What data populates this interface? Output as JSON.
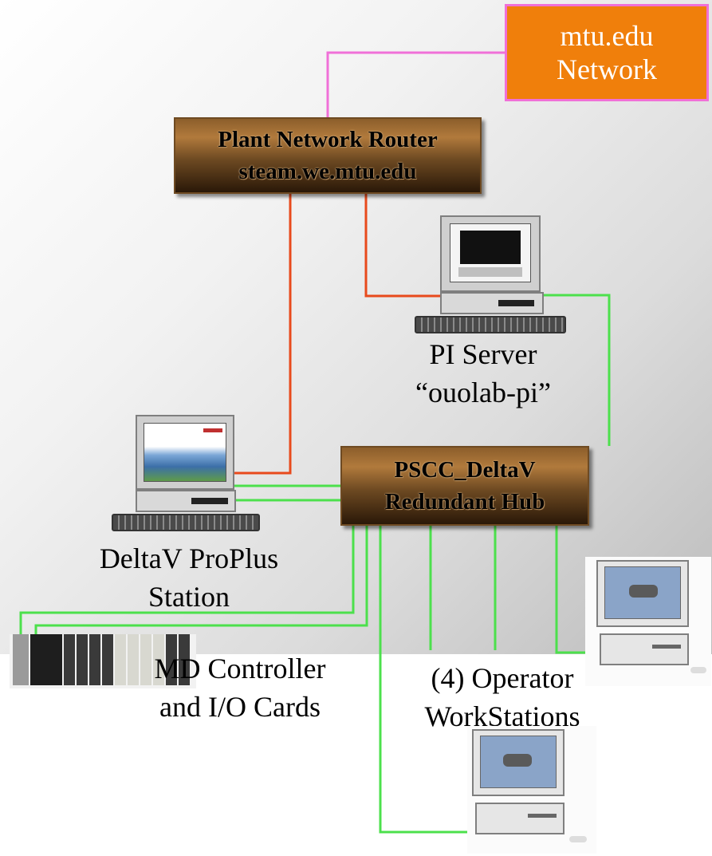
{
  "external_network": {
    "line1": "mtu.edu",
    "line2": "Network"
  },
  "router": {
    "line1": "Plant Network Router",
    "line2": "steam.we.mtu.edu"
  },
  "hub": {
    "line1": "PSCC_DeltaV",
    "line2": "Redundant Hub"
  },
  "pi_server": {
    "line1": "PI Server",
    "line2": "“ouolab-pi”"
  },
  "proplus": {
    "line1": "DeltaV ProPlus",
    "line2": "Station"
  },
  "controller": {
    "line1": "MD Controller",
    "line2": "and I/O Cards"
  },
  "workstations": {
    "line1": "(4) Operator",
    "line2": "WorkStations"
  },
  "colors": {
    "external_link": "#f070d8",
    "router_link": "#e84a1c",
    "control_link": "#4ce04c",
    "network_box": "#f07f0b"
  }
}
